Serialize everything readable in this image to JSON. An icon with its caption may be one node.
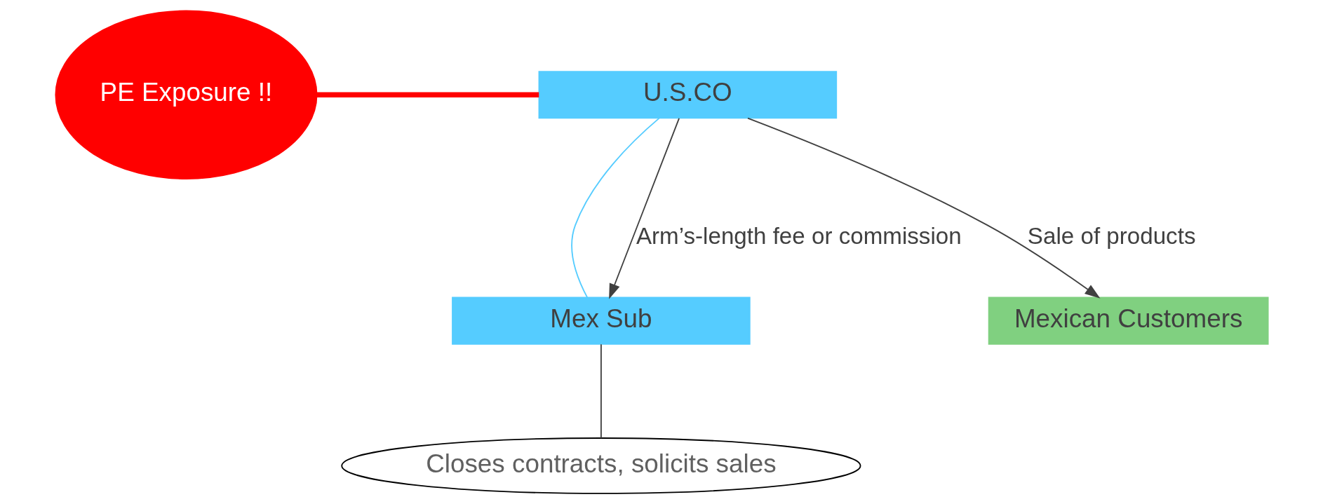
{
  "diagram": {
    "nodes": [
      {
        "text": [
          "U.S.CO"
        ]
      },
      {
        "text": [
          "Mex Sub"
        ]
      },
      {
        "text": [
          "Mexican Customers"
        ]
      },
      {
        "text": [
          "Closes contracts, solicits sales"
        ]
      },
      {
        "text": [
          "PE Exposure !!"
        ]
      }
    ],
    "edges": [
      {
        "from": 0,
        "to": 1,
        "arrow": "none",
        "color": "#55ccff"
      },
      {
        "from": 0,
        "to": 1,
        "arrow": "to",
        "label": "Arm’s-length fee or commission"
      },
      {
        "from": 0,
        "to": 2,
        "arrow": "to",
        "label": "Sale of products"
      },
      {
        "from": 1,
        "to": 3,
        "arrow": "none"
      },
      {
        "from": 4,
        "to": 0,
        "arrow": "none",
        "style": "thick",
        "color": "#ff0000"
      }
    ]
  }
}
